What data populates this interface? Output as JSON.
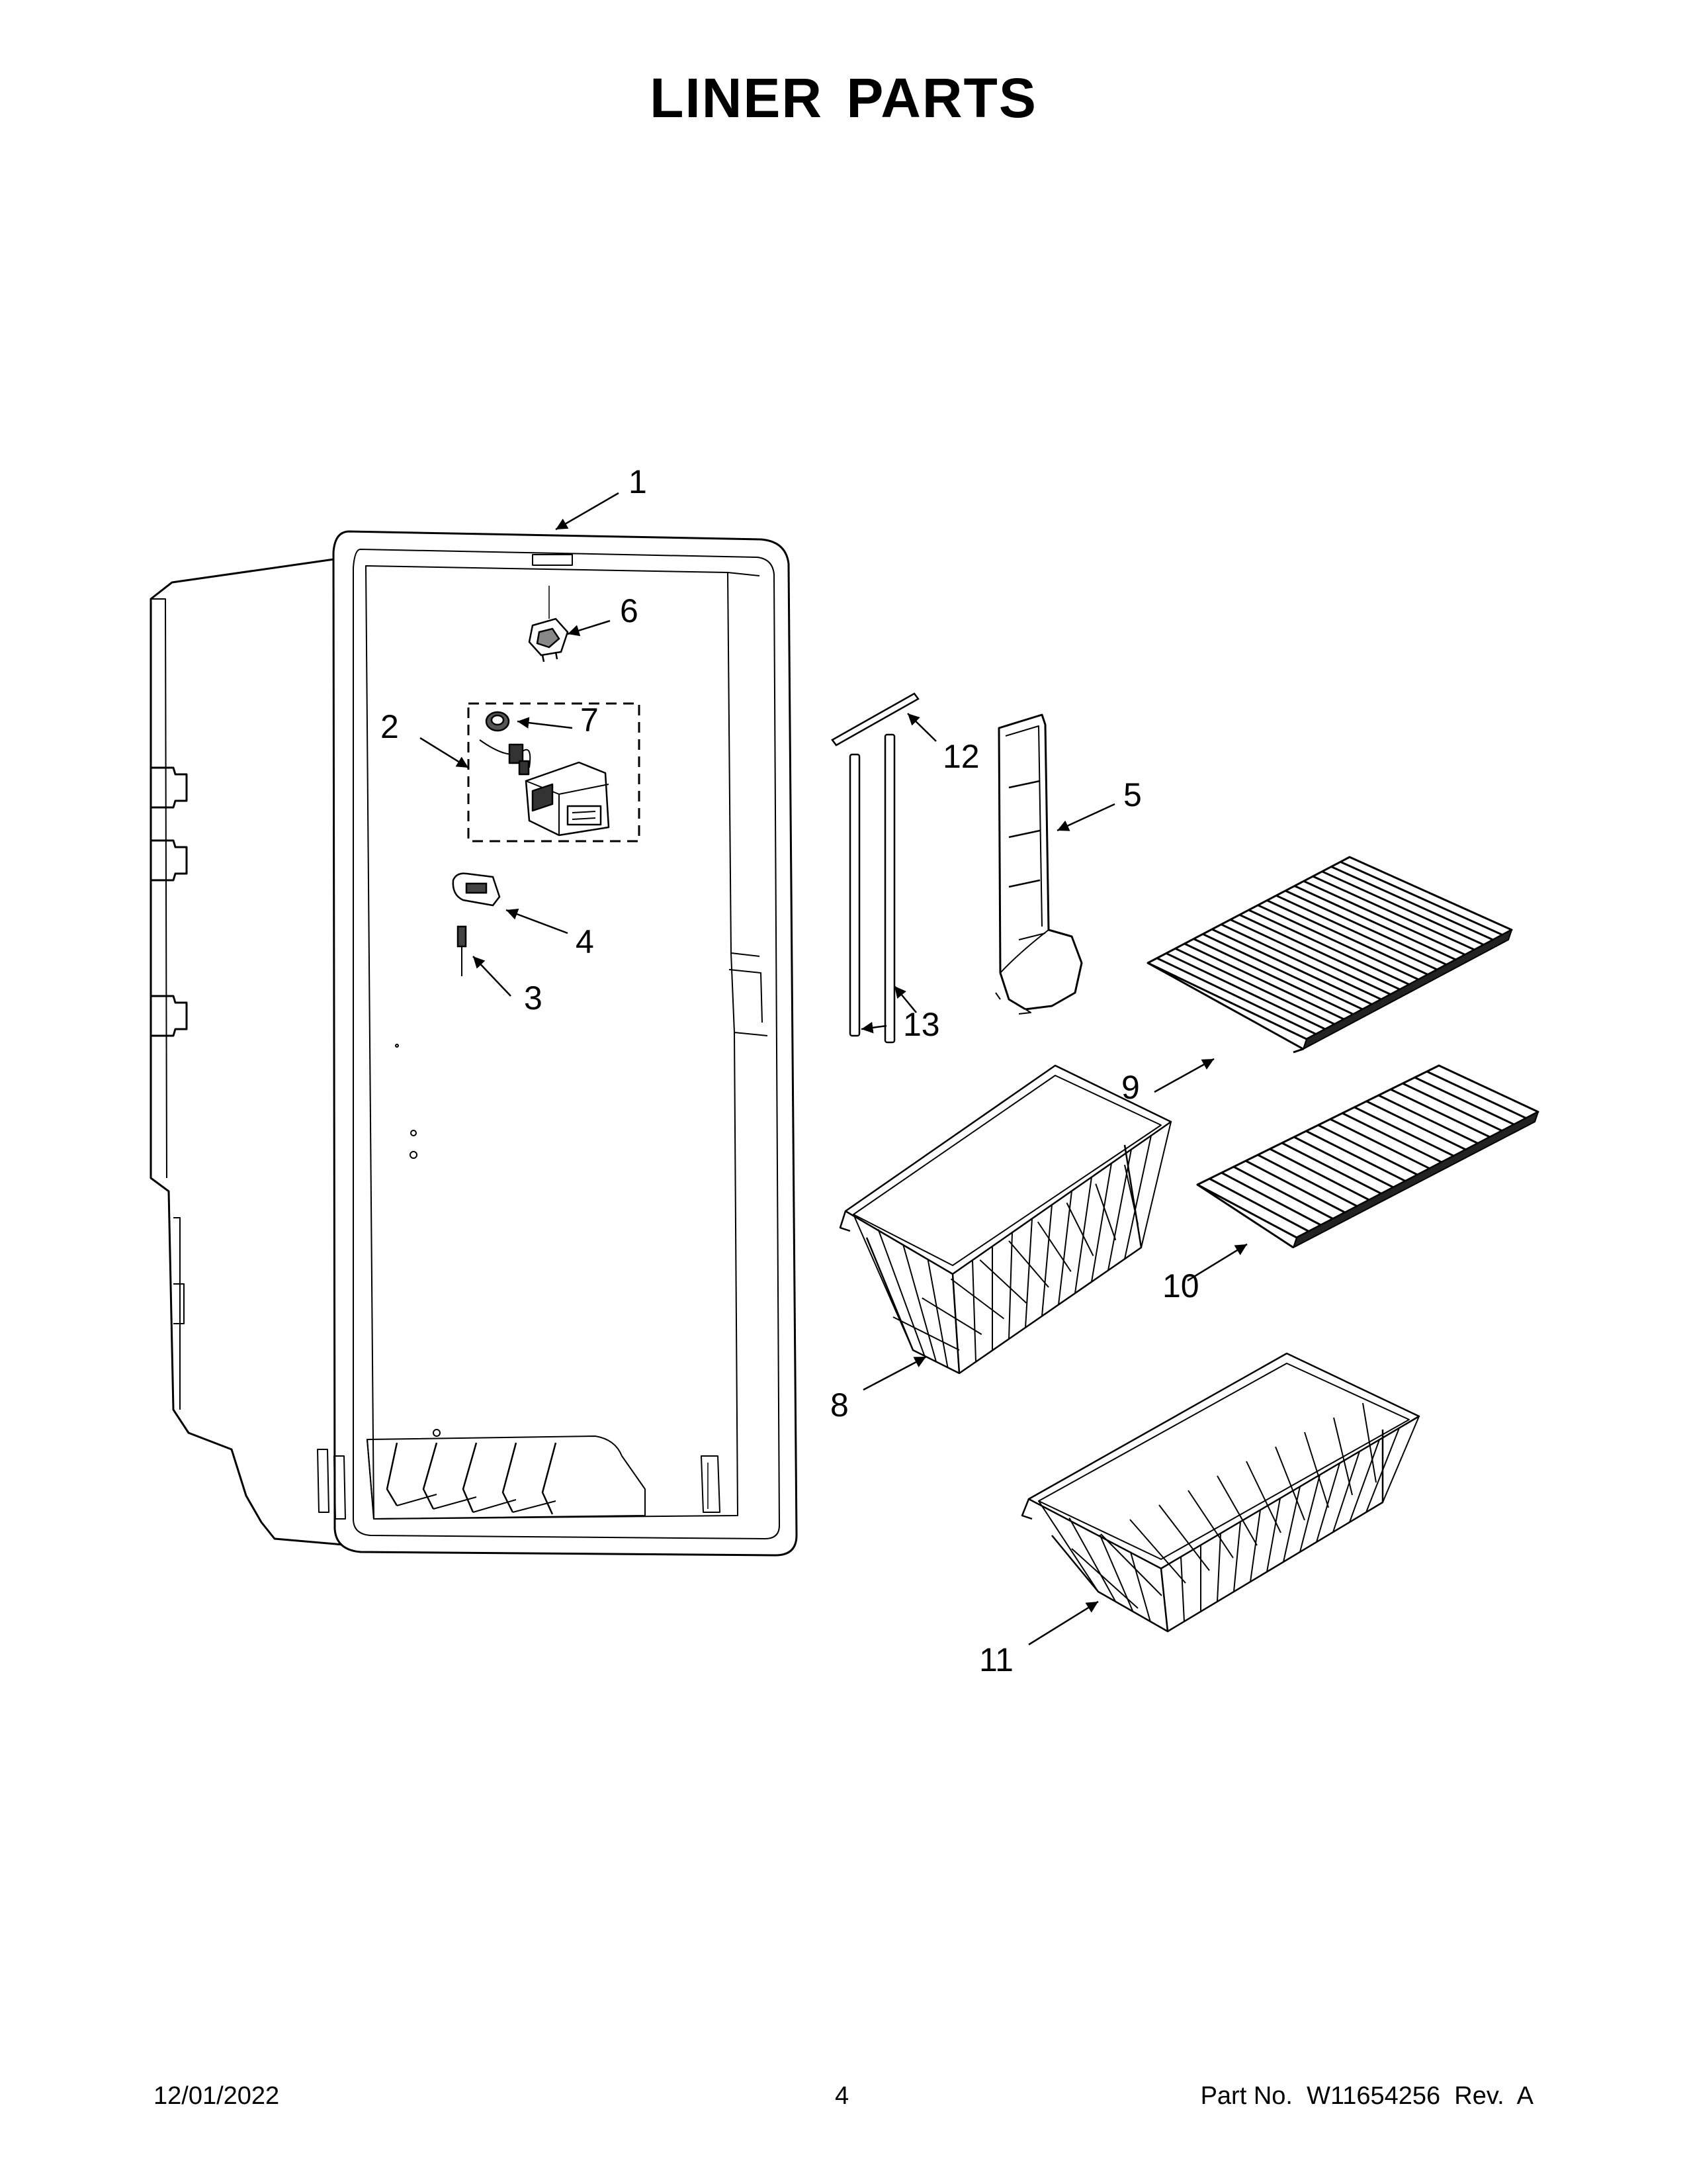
{
  "title": "LINER PARTS",
  "footer": {
    "date": "12/01/2022",
    "page": "4",
    "part_number": "Part No.  W11654256  Rev.  A"
  },
  "callouts": [
    "1",
    "2",
    "3",
    "4",
    "5",
    "6",
    "7",
    "8",
    "9",
    "10",
    "11",
    "12",
    "13"
  ],
  "parts": [
    {
      "id": "liner",
      "callout": "1"
    },
    {
      "id": "control-box-assembly",
      "callout": "2"
    },
    {
      "id": "thermistor",
      "callout": "3"
    },
    {
      "id": "control-housing",
      "callout": "4"
    },
    {
      "id": "air-duct",
      "callout": "5"
    },
    {
      "id": "light-socket",
      "callout": "6"
    },
    {
      "id": "control-knob",
      "callout": "7"
    },
    {
      "id": "upper-basket",
      "callout": "8"
    },
    {
      "id": "upper-shelf",
      "callout": "9"
    },
    {
      "id": "lower-shelf",
      "callout": "10"
    },
    {
      "id": "lower-basket",
      "callout": "11"
    },
    {
      "id": "horizontal-trim",
      "callout": "12"
    },
    {
      "id": "vertical-trim",
      "callout": "13"
    }
  ]
}
